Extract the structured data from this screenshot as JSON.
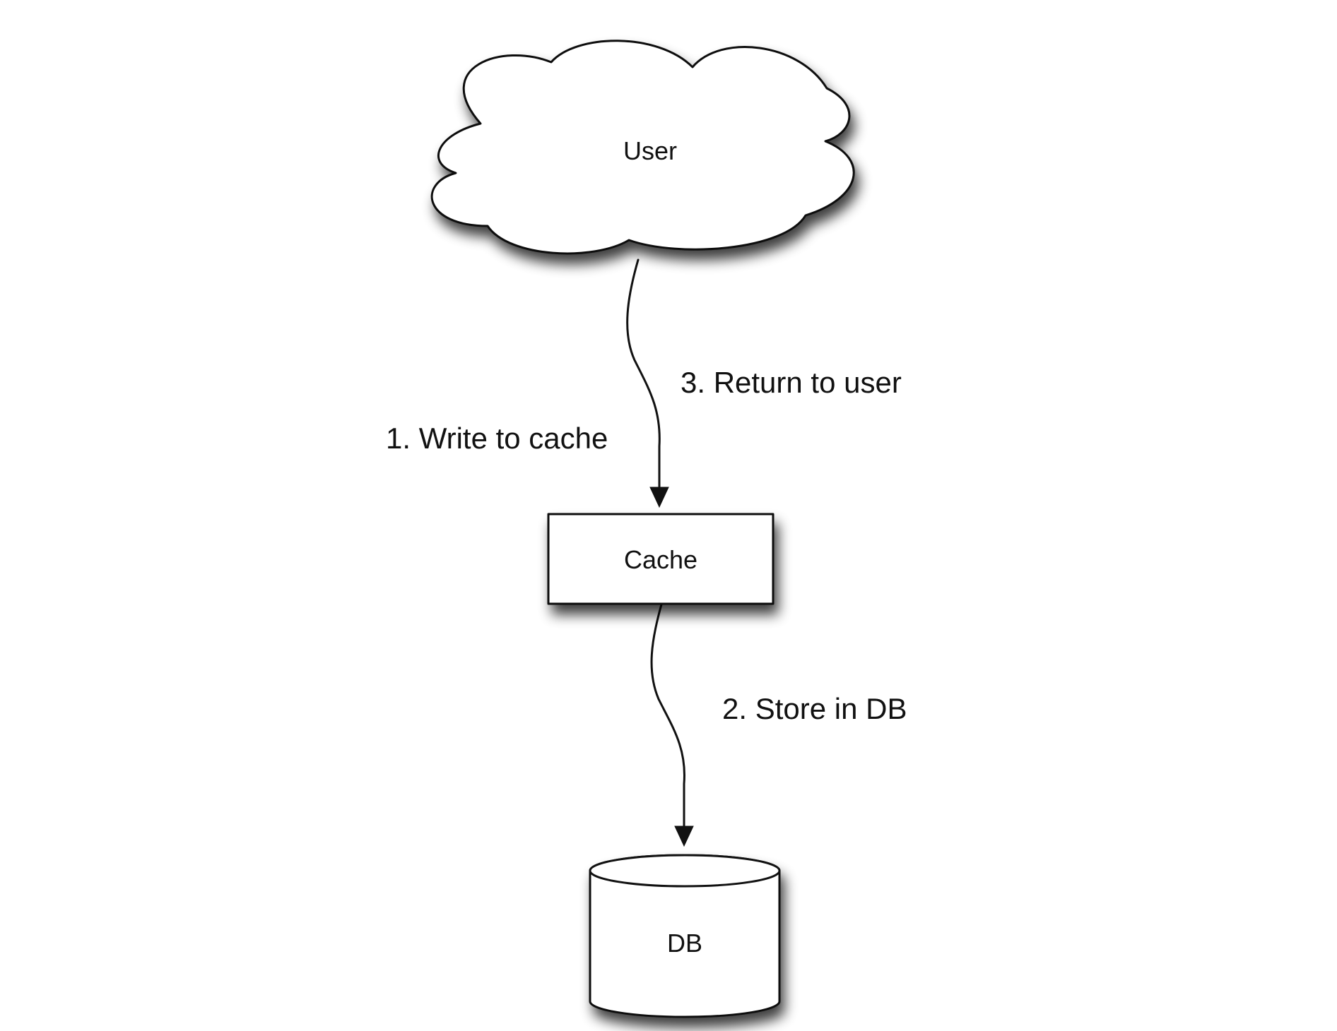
{
  "nodes": {
    "user": {
      "label": "User",
      "shape": "cloud"
    },
    "cache": {
      "label": "Cache",
      "shape": "rectangle"
    },
    "db": {
      "label": "DB",
      "shape": "cylinder"
    }
  },
  "edges": {
    "user_to_cache": {
      "from": "user",
      "to": "cache",
      "labels": [
        "1. Write to cache",
        "3. Return to user"
      ]
    },
    "cache_to_db": {
      "from": "cache",
      "to": "db",
      "labels": [
        "2. Store in DB"
      ]
    }
  },
  "colors": {
    "background": "#ffffff",
    "stroke": "#111111",
    "fill": "#ffffff",
    "shadow": "#000000"
  }
}
